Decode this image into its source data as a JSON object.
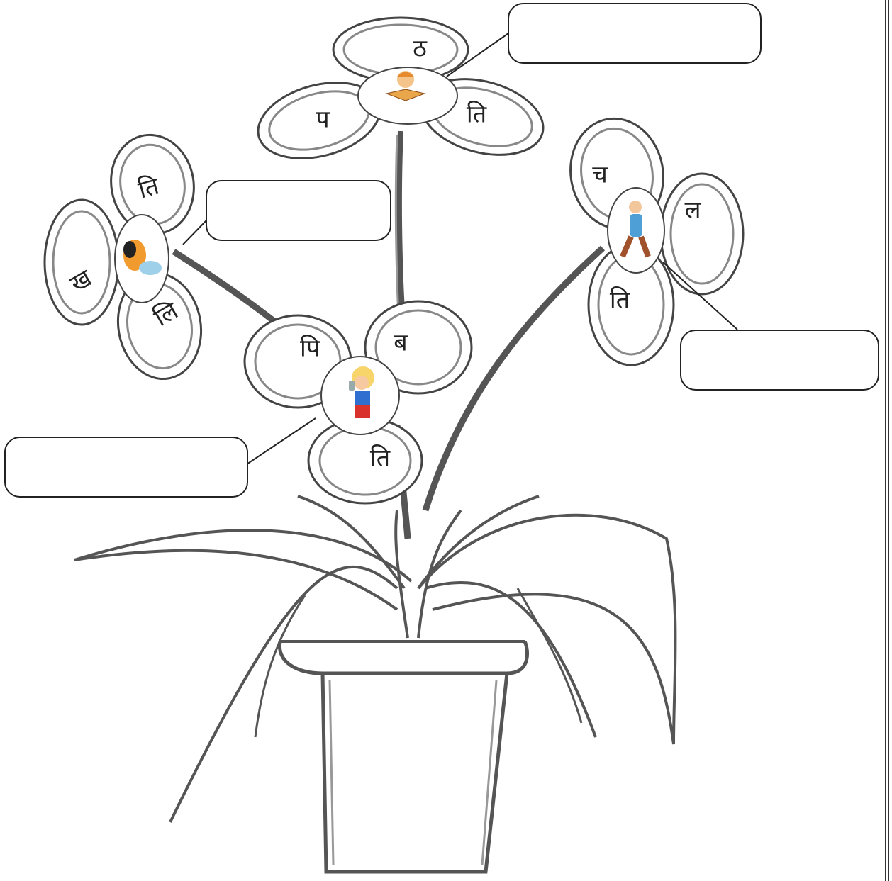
{
  "flowers": [
    {
      "id": "top",
      "syllables": [
        "ठ",
        "प",
        "ति"
      ],
      "picture": "reading-child",
      "answer": ""
    },
    {
      "id": "left",
      "syllables": [
        "ति",
        "ख",
        "लि"
      ],
      "picture": "goofy-playing",
      "answer": ""
    },
    {
      "id": "middle",
      "syllables": [
        "पि",
        "ब",
        "ति"
      ],
      "picture": "drinking-boy",
      "answer": ""
    },
    {
      "id": "right",
      "syllables": [
        "च",
        "ल",
        "ति"
      ],
      "picture": "walking-man",
      "answer": ""
    }
  ],
  "colors": {
    "outline": "#333333",
    "petal_fill": "#ffffff",
    "shade": "#9a9a9a"
  }
}
